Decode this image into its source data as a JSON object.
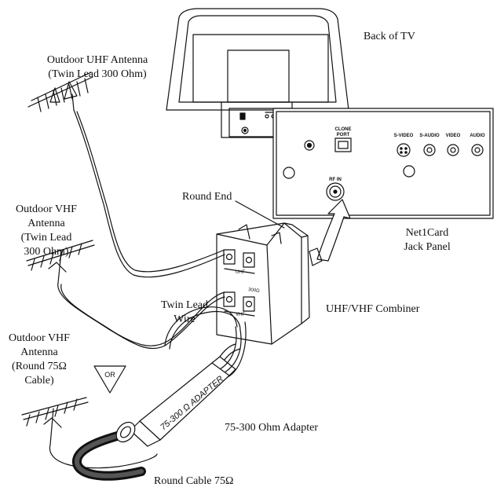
{
  "labels": {
    "back_of_tv": "Back of TV",
    "uhf_antenna": [
      "Outdoor UHF Antenna",
      "(Twin Lead 300 Ohm)"
    ],
    "vhf_antenna_twin": [
      "Outdoor VHF",
      "Antenna",
      "(Twin Lead",
      "300 Ohm)"
    ],
    "vhf_antenna_round": [
      "Outdoor VHF",
      "Antenna",
      "(Round 75Ω",
      "Cable)"
    ],
    "round_end": "Round End",
    "jack_panel": [
      "Net1Card",
      "Jack Panel"
    ],
    "twin_lead_wire": [
      "Twin Lead",
      "Wire"
    ],
    "combiner": "UHF/VHF Combiner",
    "adapter": "75-300 Ohm Adapter",
    "round_cable": "Round Cable 75Ω",
    "or_badge": "OR",
    "adapter_body_text": "75-300 Ω ADAPTER"
  },
  "panel_labels": {
    "clone_port": [
      "CLONE",
      "PORT"
    ],
    "s_video": "S-VIDEO",
    "s_audio": "S-AUDIO",
    "video": "VIDEO",
    "audio": "AUDIO",
    "rf_in": "RF IN"
  },
  "combiner_labels": {
    "uhf": "UHF",
    "vhf": "VHF",
    "ohms": "300Ω"
  }
}
